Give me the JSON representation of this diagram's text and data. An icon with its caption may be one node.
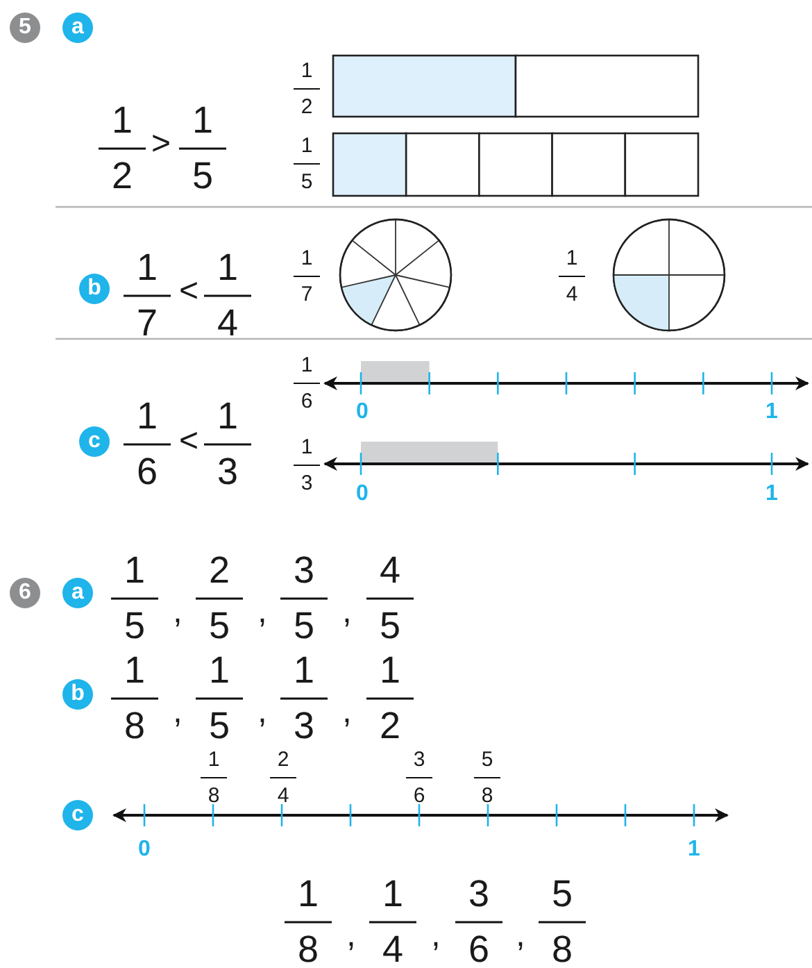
{
  "diagram": {
    "nodes": [
      {
        "text": [
          "5"
        ]
      },
      {
        "text": [
          "a"
        ]
      },
      {
        "text": [
          "b"
        ]
      },
      {
        "text": [
          "c"
        ]
      },
      {
        "text": [
          "6"
        ]
      },
      {
        "text": [
          "a"
        ]
      },
      {
        "text": [
          "b"
        ]
      },
      {
        "text": [
          "c"
        ]
      }
    ],
    "labels": [
      "1",
      "2",
      ">",
      "1",
      "5",
      "1",
      "2",
      "1",
      "5",
      "1",
      "7",
      "<",
      "1",
      "4",
      "1",
      "7",
      "1",
      "4",
      "1",
      "6",
      "<",
      "1",
      "3",
      "1",
      "6",
      "0",
      "1",
      "1",
      "3",
      "0",
      "1",
      "1",
      "5",
      ",",
      "2",
      "5",
      ",",
      "3",
      "5",
      ",",
      "4",
      "5",
      "1",
      "8",
      ",",
      "1",
      "5",
      ",",
      "1",
      "3",
      ",",
      "1",
      "2",
      "1",
      "8",
      "2",
      "4",
      "3",
      "6",
      "5",
      "8",
      "0",
      "1",
      "1",
      "8",
      ",",
      "1",
      "4",
      ",",
      "3",
      "6",
      ",",
      "5",
      "8"
    ]
  }
}
